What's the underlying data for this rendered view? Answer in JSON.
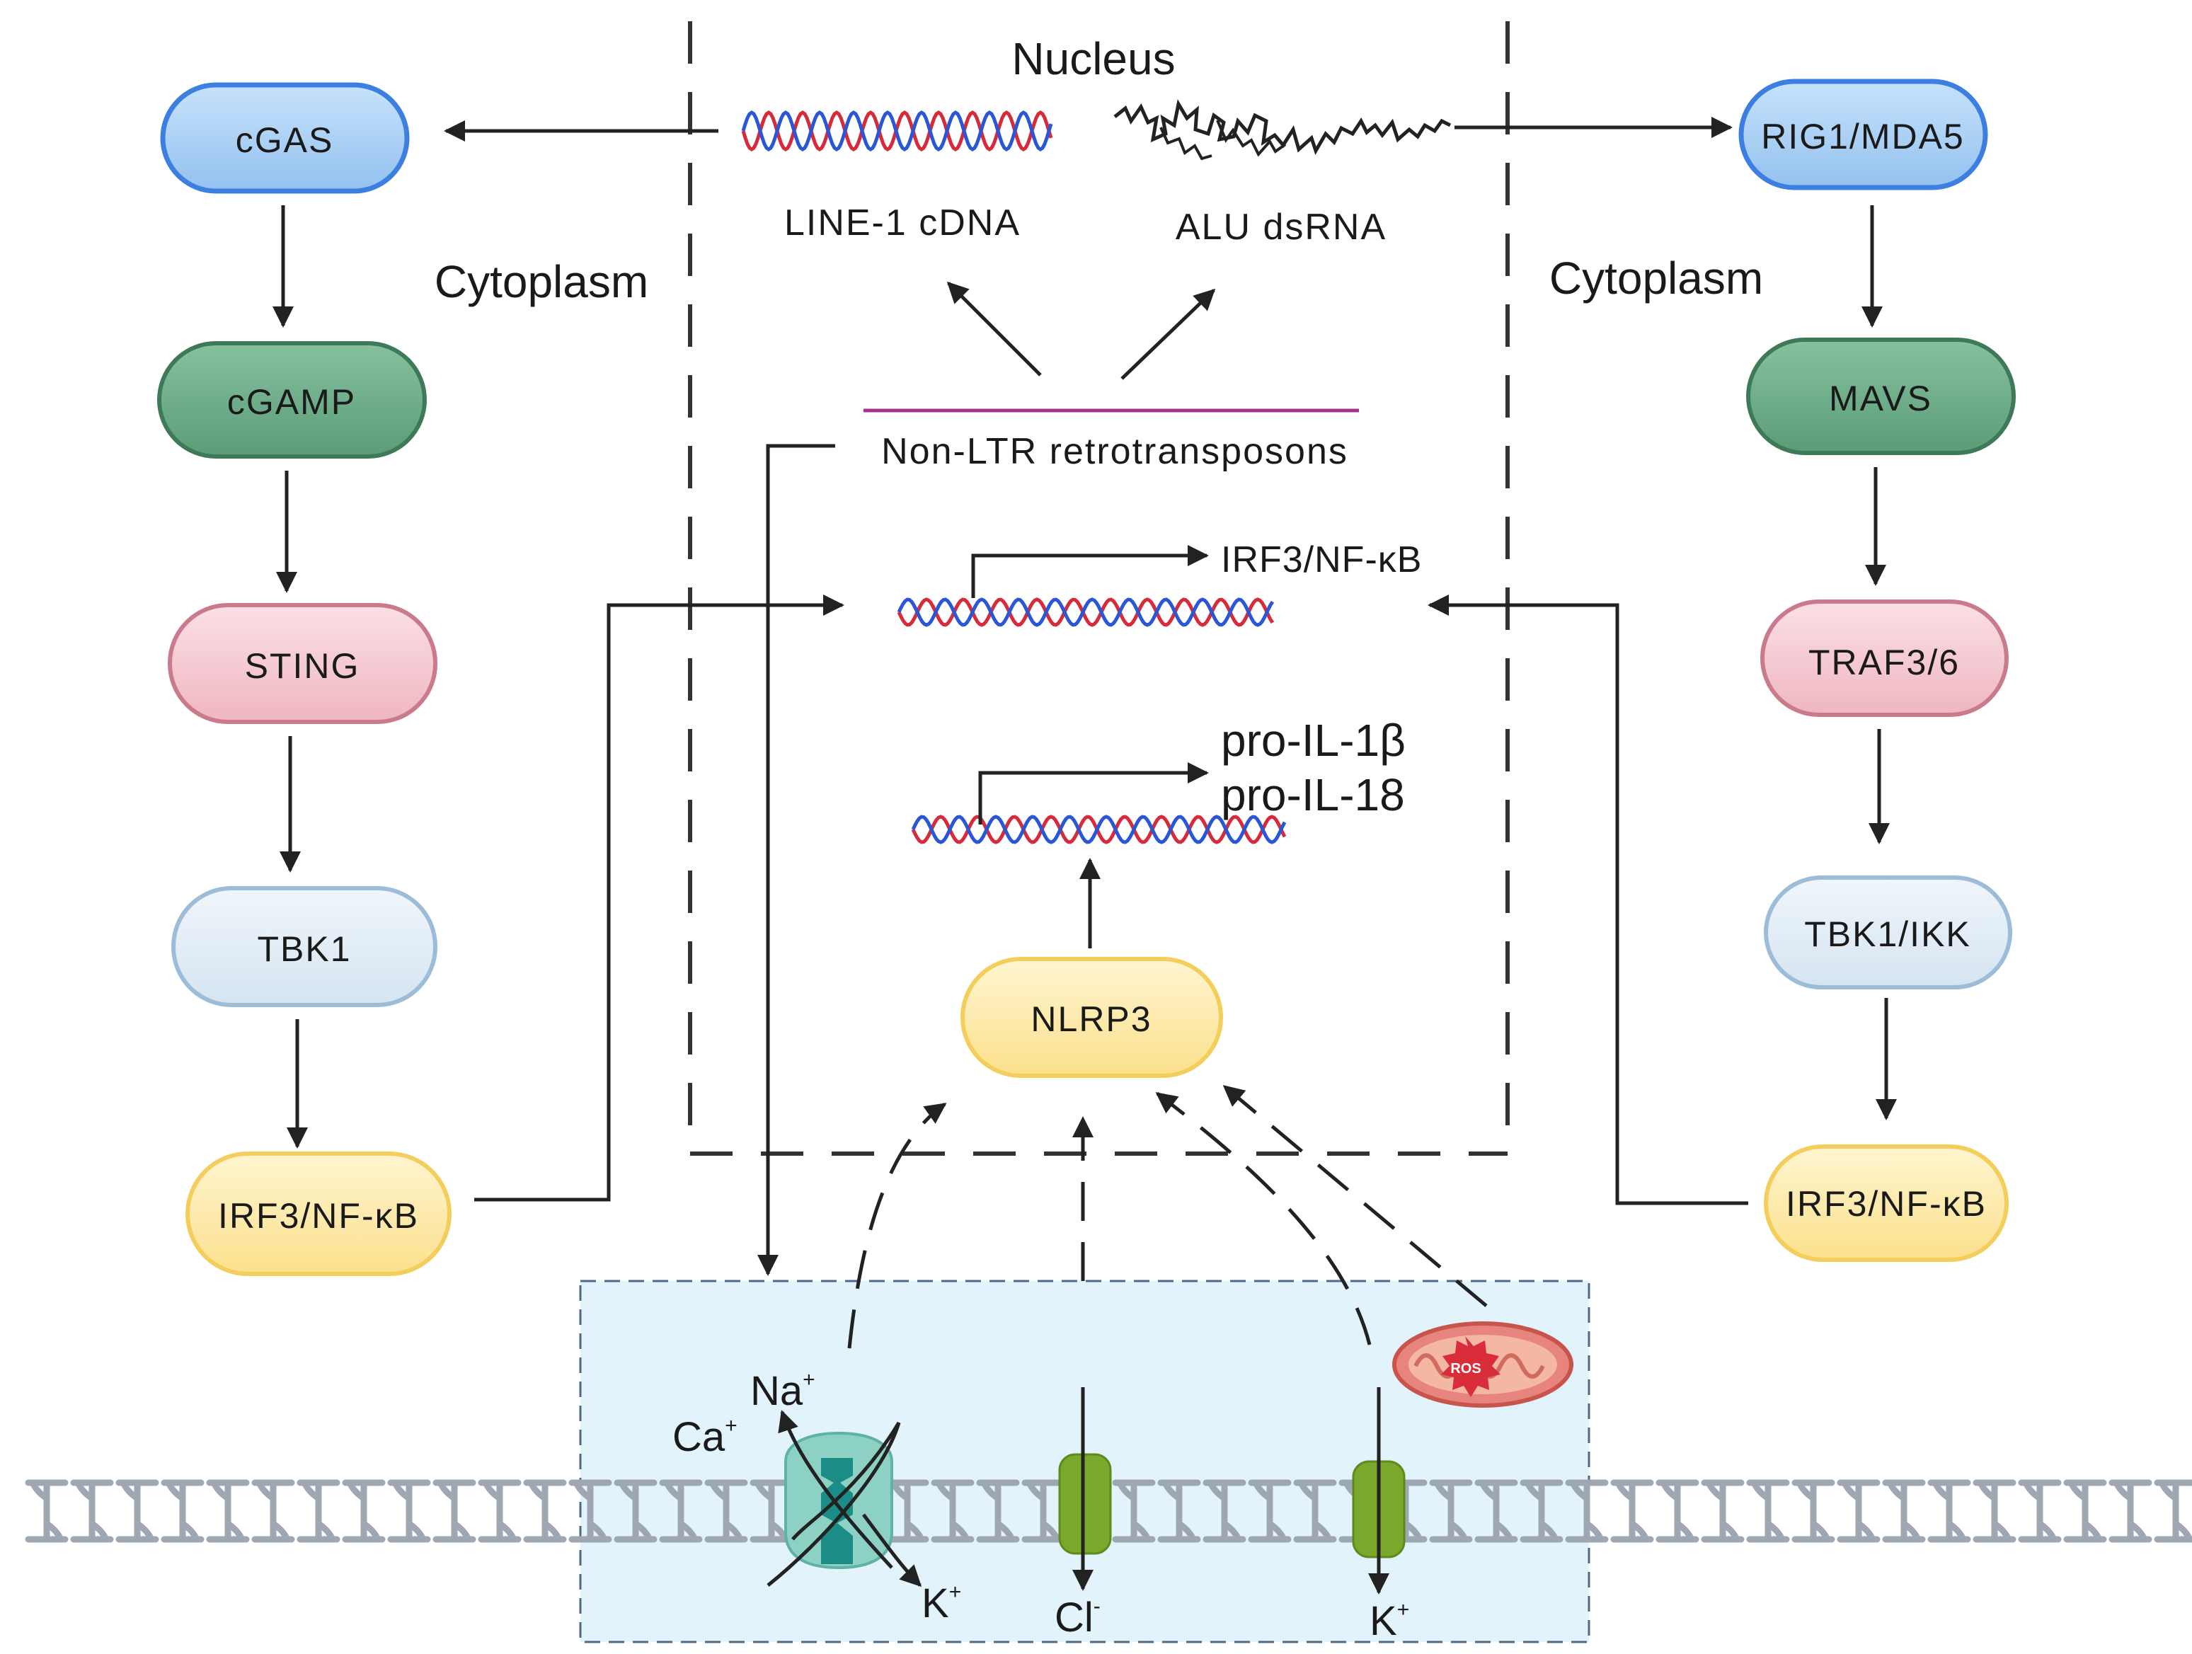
{
  "compartments": {
    "nucleus": "Nucleus",
    "cytoplasm_left": "Cytoplasm",
    "cytoplasm_right": "Cytoplasm"
  },
  "left_pathway": [
    "cGAS",
    "cGAMP",
    "STING",
    "TBK1",
    "IRF3/NF-κB"
  ],
  "right_pathway": [
    "RIG1/MDA5",
    "MAVS",
    "TRAF3/6",
    "TBK1/IKK",
    "IRF3/NF-κB"
  ],
  "nucleus_labels": {
    "line1": "LINE-1  cDNA",
    "alu": "ALU  dsRNA",
    "retro": "Non-LTR retrotransposons",
    "irf_target": "IRF3/NF-κB",
    "pro_il1b": "pro-IL-1β",
    "pro_il18": "pro-IL-18",
    "nlrp3": "NLRP3"
  },
  "membrane": {
    "na": "Na",
    "na_sup": "+",
    "ca": "Ca",
    "ca_sup": "+",
    "k_left": "K",
    "k_left_sup": "+",
    "cl": "Cl",
    "cl_sup": "-",
    "k_right": "K",
    "k_right_sup": "+",
    "ros": "ROS"
  },
  "colors": {
    "blue_pill": "#a9d0f5",
    "green_pill": "#6aab86",
    "pink_pill": "#f4c6cf",
    "lightblue_pill": "#dfeaf4",
    "yellow_pill": "#fde9a6",
    "membrane_box": "#e3f3fb",
    "retro_line": "#a4338e"
  }
}
